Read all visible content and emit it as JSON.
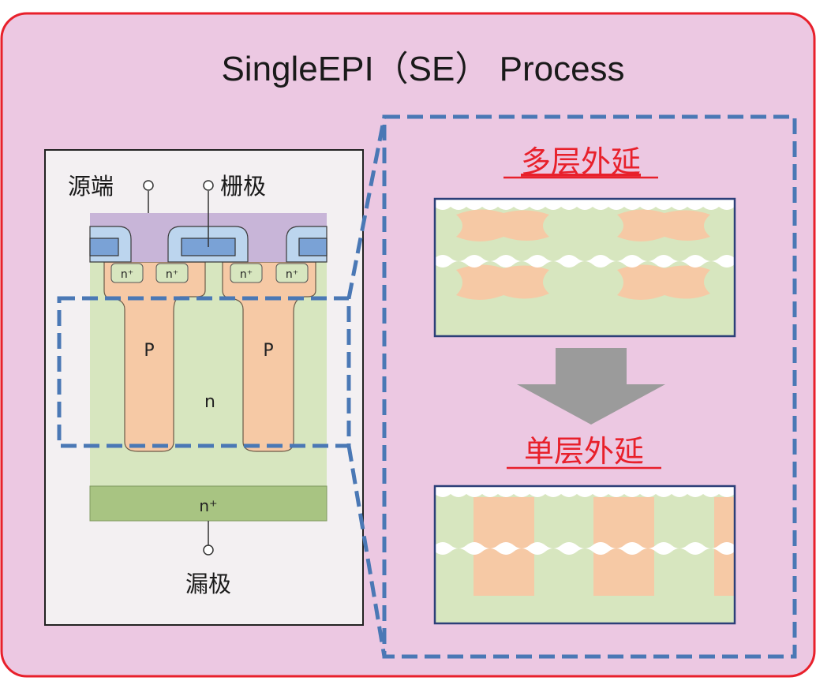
{
  "title": "SingleEPI（SE） Process",
  "device": {
    "source_label": "源端",
    "gate_label": "栅极",
    "drain_label": "漏极",
    "region_p": "P",
    "region_n": "n",
    "region_nplus_contact": "n⁺",
    "substrate_label": "n⁺"
  },
  "zoom": {
    "multi_layer_title": "多层外延",
    "single_layer_title": "单层外延"
  },
  "colors": {
    "background": "#ecc8e2",
    "border": "#e8202b",
    "dash": "#4a78b5",
    "n_region": "#d7e6bf",
    "p_region": "#f6c9a5",
    "substrate": "#a8c482",
    "oxide": "#c8b5d8",
    "gate": "#7aa2d6",
    "arrow": "#9b9b9b",
    "red_text": "#e8202b"
  }
}
